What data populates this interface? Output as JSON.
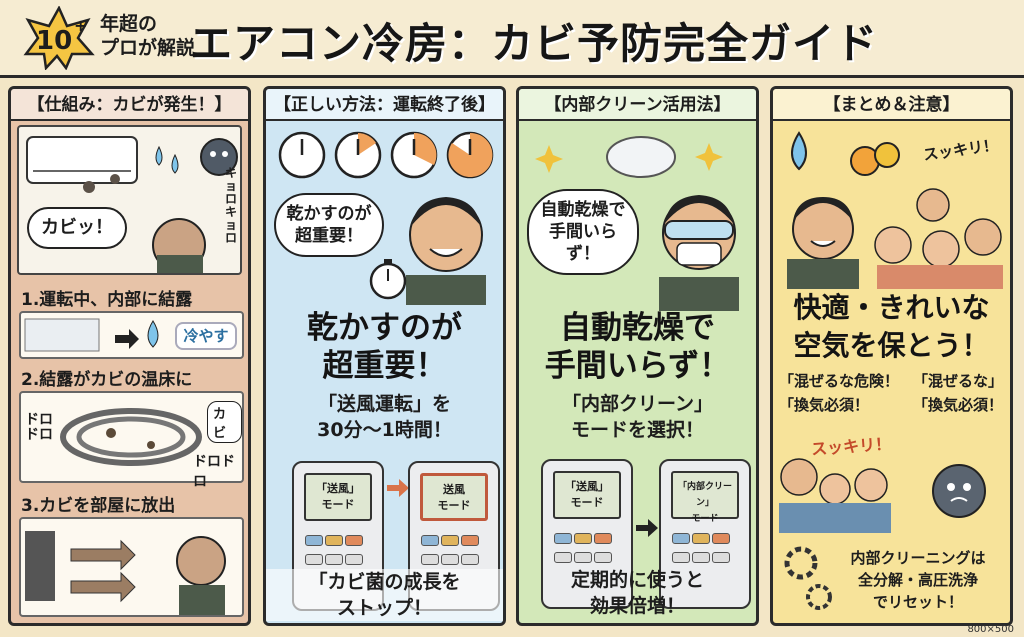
{
  "header": {
    "badge_number": "10",
    "badge_sub": [
      "年超の",
      "プロが解説"
    ],
    "title": "エアコン冷房：カビ予防完全ガイド"
  },
  "panel1": {
    "title": "【仕組み：カビが発生！】",
    "kabi_bubble": "カビッ！",
    "kyoro": "キョロキョロ",
    "step1": "1.運転中、内部に結露",
    "hiyasu": "冷やす",
    "step2": "2.結露がカビの温床に",
    "dorodoro_left": "ドロドロ",
    "dorodoro_right": "ドロドロ",
    "kabi_tag": "カビ",
    "step3": "3.カビを部屋に放出"
  },
  "panel2": {
    "title": "【正しい方法：運転終了後】",
    "bubble": [
      "乾かすのが",
      "超重要！"
    ],
    "big": [
      "乾かすのが",
      "超重要！"
    ],
    "mid": [
      "「送風運転」を",
      "30分〜1時間！"
    ],
    "remote_left": [
      "「送風」",
      "モード"
    ],
    "remote_right": [
      "送風",
      "モード"
    ],
    "bottom": [
      "「カビ菌の成長を",
      "ストップ！"
    ]
  },
  "panel3": {
    "title": "【内部クリーン活用法】",
    "bubble": [
      "自動乾燥で",
      "手間いらず！"
    ],
    "big": [
      "自動乾燥で",
      "手間いらず！"
    ],
    "mid": [
      "「内部クリーン」",
      "モードを選択！"
    ],
    "remote_left": [
      "「送風」",
      "モード"
    ],
    "remote_right": [
      "「内部クリーン」",
      "モード"
    ],
    "bottom": [
      "定期的に使うと",
      "効果倍増！"
    ]
  },
  "panel4": {
    "title": "【まとめ＆注意】",
    "sukkiri_top": "スッキリ！",
    "big": [
      "快適・きれいな",
      "空気を保とう！"
    ],
    "warn_left": [
      "「混ぜるな危険！",
      "「換気必須！"
    ],
    "warn_right": [
      "「混ぜるな」",
      "「換気必須！"
    ],
    "sukkiri_mid": "スッキリ！",
    "bottom": [
      "内部クリーニングは",
      "全分解・高圧洗浄",
      "でリセット！"
    ]
  },
  "footer": {
    "size_tag": "800×500"
  },
  "colors": {
    "panel1": "#e7c3a8",
    "panel2": "#cfe6f3",
    "panel3": "#d3e8b9",
    "panel4": "#f7e39a",
    "badge": "#f5c542"
  }
}
